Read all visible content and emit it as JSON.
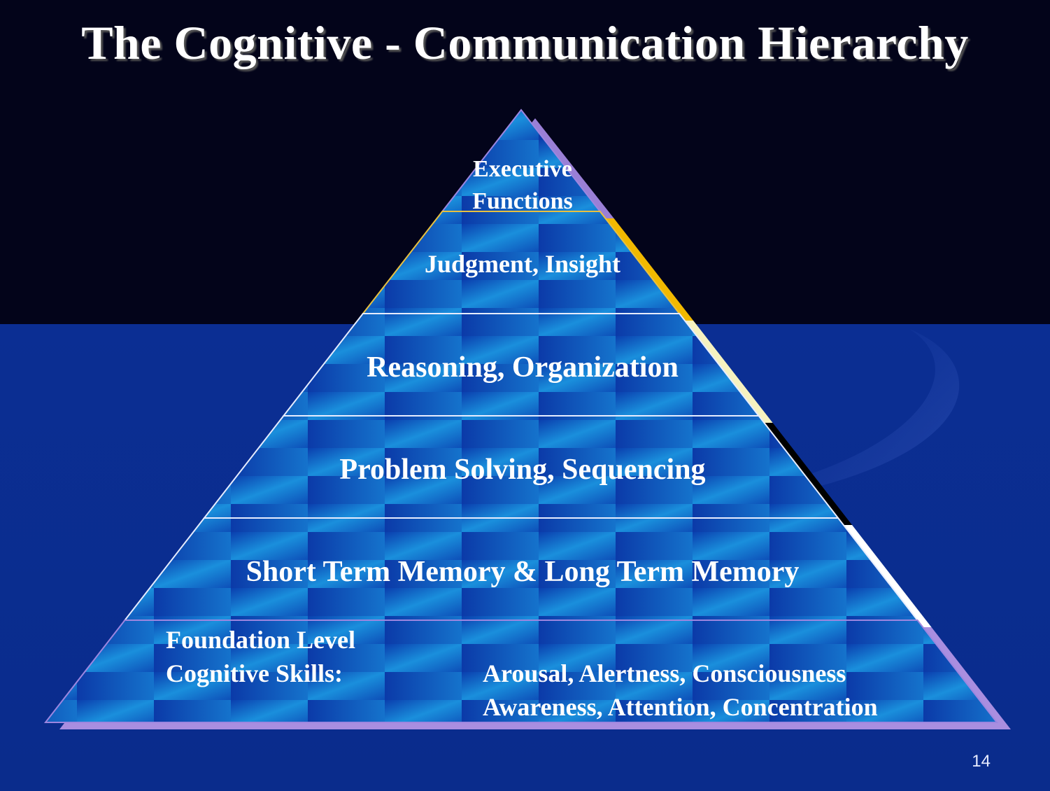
{
  "slide": {
    "title": "The Cognitive - Communication Hierarchy",
    "page_number": "14"
  },
  "pyramid": {
    "levels": [
      {
        "lines": [
          "Executive",
          "Functions"
        ],
        "edge_color": "#9a7fd6"
      },
      {
        "lines": [
          "Judgment, Insight"
        ],
        "edge_color": "#f2b900"
      },
      {
        "lines": [
          "Reasoning, Organization"
        ],
        "edge_color": "#f6f2c0"
      },
      {
        "lines": [
          "Problem Solving, Sequencing"
        ],
        "edge_color": "#000000"
      },
      {
        "lines": [
          "Short Term Memory & Long Term Memory"
        ],
        "edge_color": "#ffffff"
      },
      {
        "lines": [
          "Foundation Level",
          "Cognitive Skills:"
        ],
        "edge_color": "#a98ee0"
      }
    ],
    "foundation_items": [
      "Arousal, Alertness, Consciousness",
      "Awareness, Attention, Concentration"
    ]
  }
}
